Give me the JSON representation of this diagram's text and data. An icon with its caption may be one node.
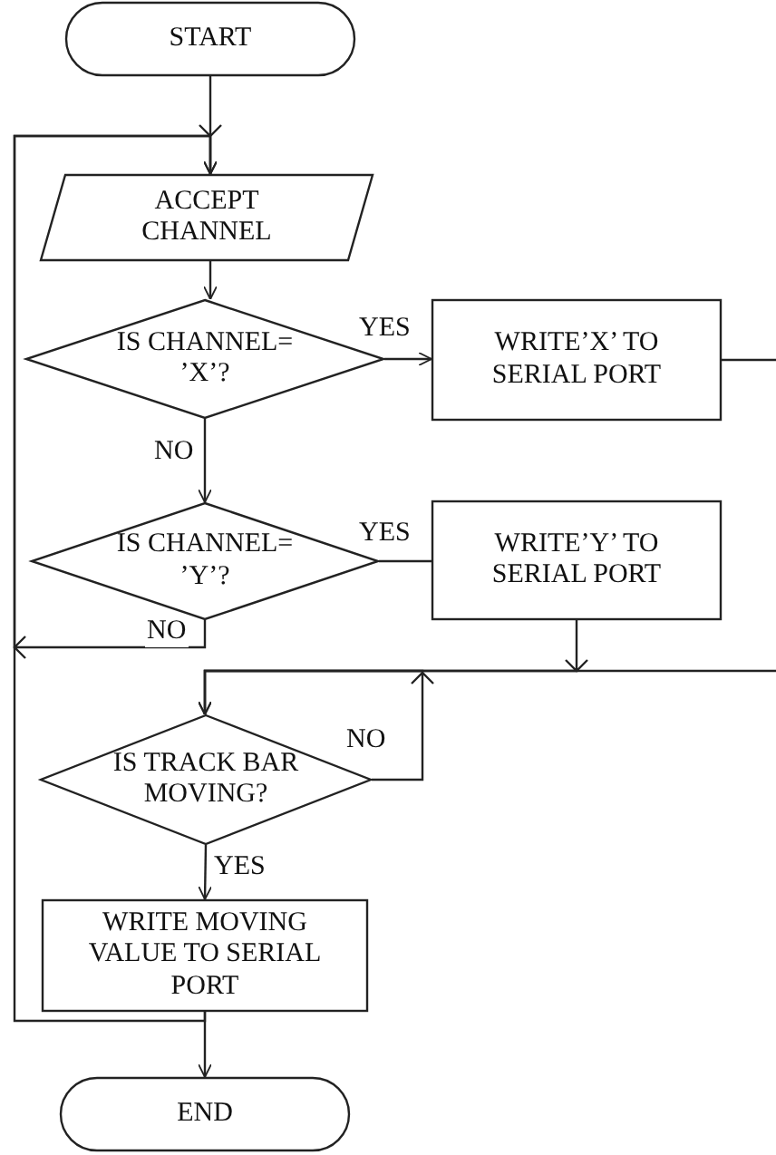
{
  "diagram": {
    "nodes": [
      {
        "text": [
          "START"
        ]
      },
      {
        "text": [
          "ACCEPT CHANNEL"
        ]
      },
      {
        "text": [
          "IS CHANNEL= ’X’?"
        ]
      },
      {
        "text": [
          "WRITE’X’ TO SERIAL PORT"
        ]
      },
      {
        "text": [
          "IS CHANNEL= ’Y’?"
        ]
      },
      {
        "text": [
          "WRITE’Y’ TO SERIAL PORT"
        ]
      },
      {
        "text": [
          "IS TRACK BAR MOVING?"
        ]
      },
      {
        "text": [
          "WRITE MOVING VALUE TO SERIAL PORT"
        ]
      },
      {
        "text": [
          "END"
        ]
      }
    ],
    "edges": [
      {
        "from": 0,
        "to": 1,
        "arrow": "to"
      },
      {
        "from": 1,
        "to": 2,
        "arrow": "to"
      },
      {
        "from": 2,
        "to": 3,
        "arrow": "to",
        "label": "YES"
      },
      {
        "from": 2,
        "to": 4,
        "arrow": "to",
        "label": "NO"
      },
      {
        "from": 4,
        "to": 5,
        "arrow": "none",
        "label": "YES"
      },
      {
        "from": 4,
        "to": 1,
        "arrow": "to",
        "label": "NO"
      },
      {
        "from": 3,
        "to": null,
        "arrow": "none"
      },
      {
        "from": null,
        "to": 6,
        "arrow": "to"
      },
      {
        "from": 5,
        "to": 6,
        "arrow": "to"
      },
      {
        "from": 6,
        "to": 6,
        "arrow": "to",
        "label": "NO"
      },
      {
        "from": 6,
        "to": 7,
        "arrow": "to",
        "label": "YES"
      },
      {
        "from": 7,
        "to": 8,
        "arrow": "to"
      },
      {
        "from": 7,
        "to": 1,
        "arrow": "to"
      }
    ]
  }
}
